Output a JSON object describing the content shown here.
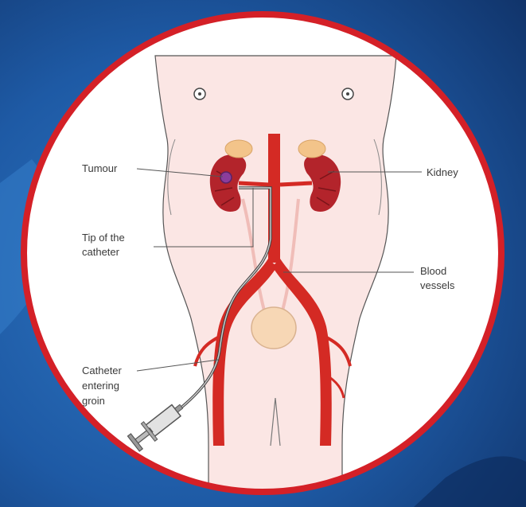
{
  "colors": {
    "background": "#1a4f93",
    "frame_ring": "#d42027",
    "frame_fill": "#ffffff",
    "skin": "#fbe6e4",
    "artery": "#d42a24",
    "artery_dark": "#9c1e1b",
    "kidney": "#b3242b",
    "adrenal": "#f3c48a",
    "bladder": "#f7d7b5",
    "tumour": "#8b3d9c"
  },
  "labels": {
    "tumour": "Tumour",
    "kidney": "Kidney",
    "tip_line1": "Tip of the",
    "tip_line2": "catheter",
    "blood_line1": "Blood",
    "blood_line2": "vessels",
    "cath_line1": "Catheter",
    "cath_line2": "entering",
    "cath_line3": "groin"
  }
}
